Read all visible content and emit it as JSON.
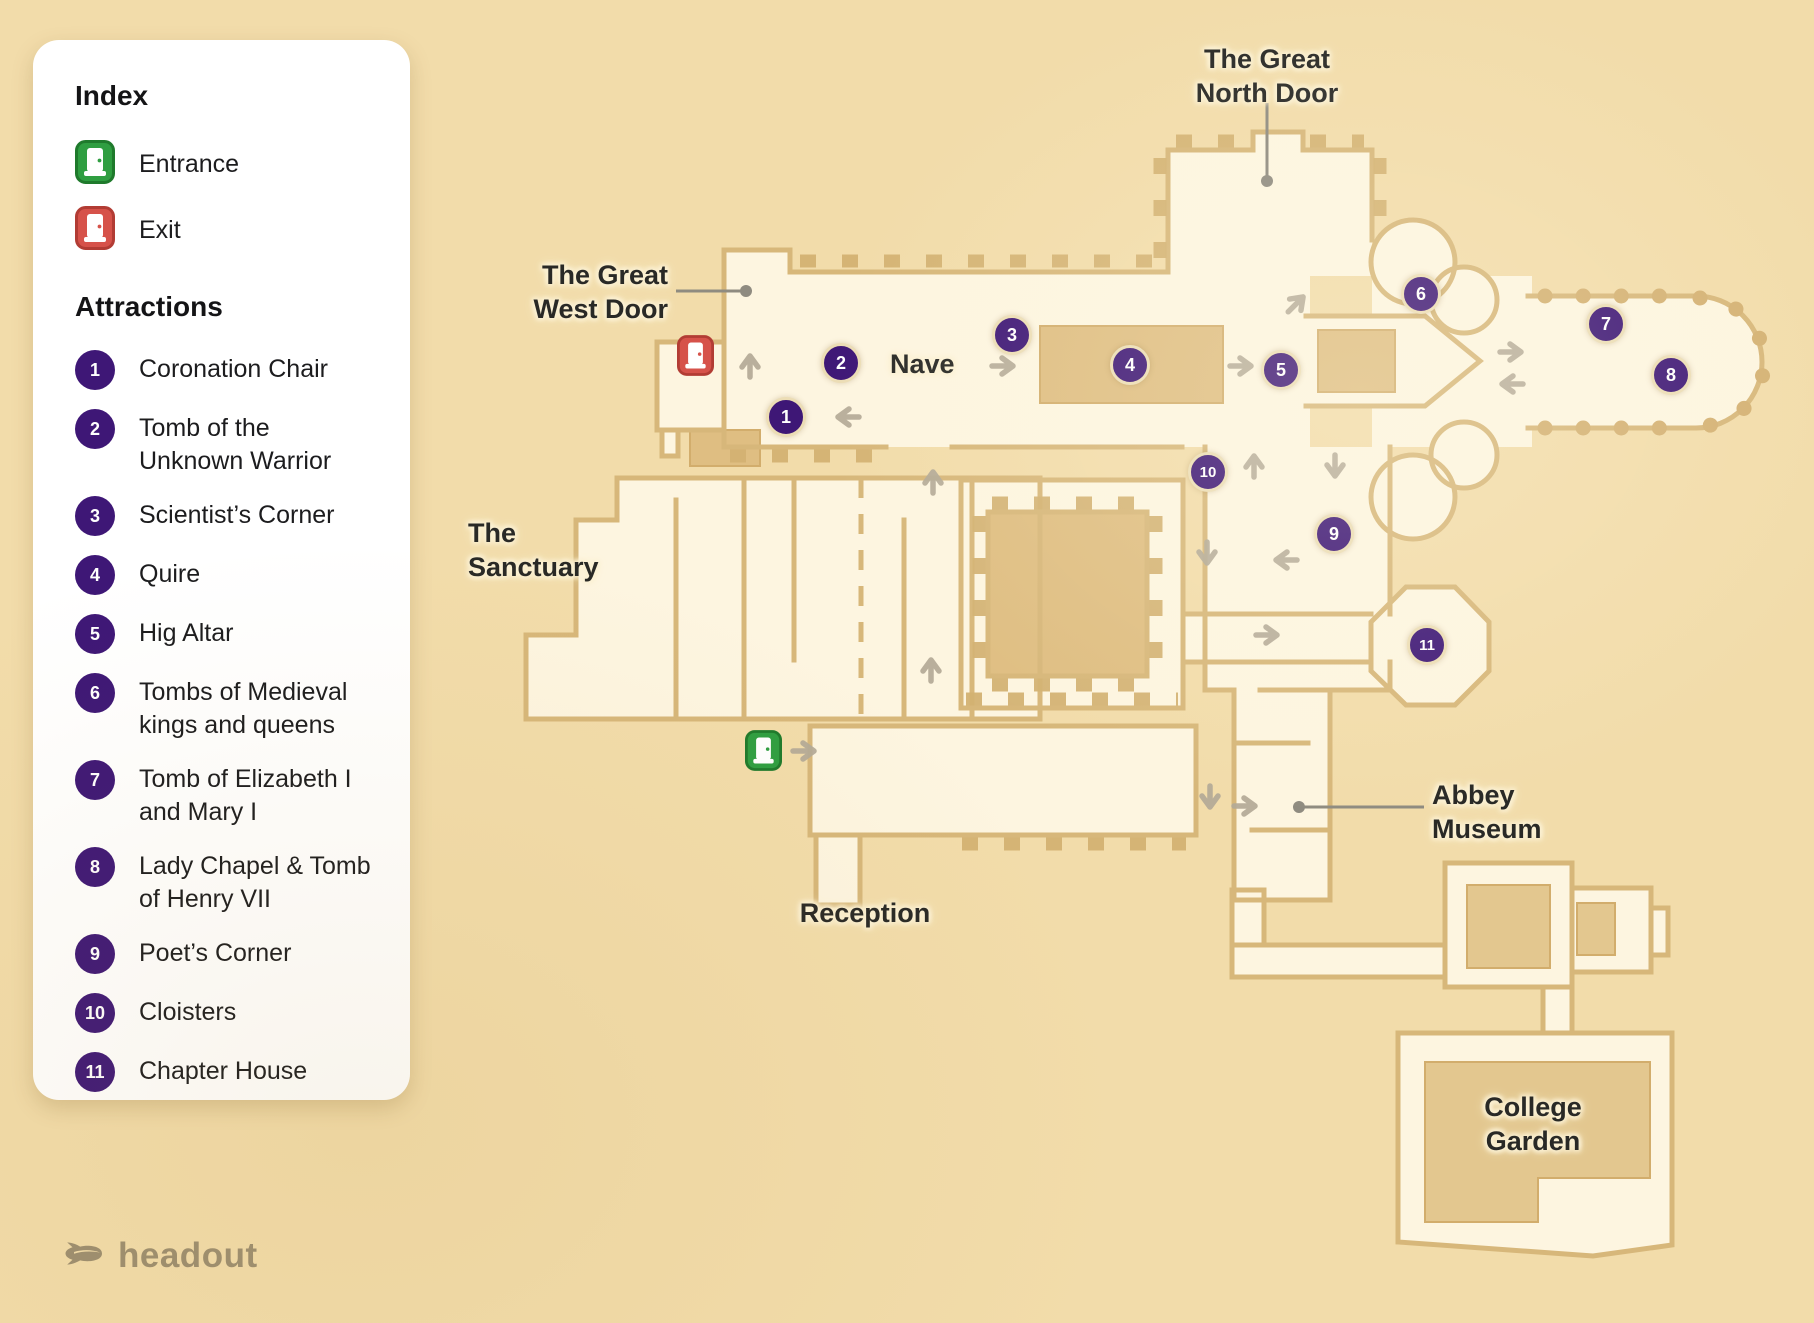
{
  "index_panel": {
    "title": "Index",
    "legend": [
      {
        "icon": "entrance-door-icon",
        "label": "Entrance"
      },
      {
        "icon": "exit-door-icon",
        "label": "Exit"
      }
    ],
    "attractions_title": "Attractions",
    "attractions": [
      {
        "number": "1",
        "label": "Coronation Chair"
      },
      {
        "number": "2",
        "label": "Tomb of the Unknown Warrior"
      },
      {
        "number": "3",
        "label": "Scientist’s Corner"
      },
      {
        "number": "4",
        "label": "Quire"
      },
      {
        "number": "5",
        "label": "Hig Altar"
      },
      {
        "number": "6",
        "label": "Tombs of Medieval kings and queens"
      },
      {
        "number": "7",
        "label": "Tomb of Elizabeth I and Mary I"
      },
      {
        "number": "8",
        "label": "Lady Chapel & Tomb of Henry VII"
      },
      {
        "number": "9",
        "label": "Poet’s Corner"
      },
      {
        "number": "10",
        "label": "Cloisters"
      },
      {
        "number": "11",
        "label": "Chapter House"
      }
    ]
  },
  "map": {
    "labels": {
      "north_door": "The Great\nNorth Door",
      "west_door": "The Great\nWest Door",
      "nave": "Nave",
      "sanctuary": "The\nSanctuary",
      "reception": "Reception",
      "abbey_museum": "Abbey\nMuseum",
      "college_garden": "College\nGarden"
    },
    "markers": [
      {
        "number": "1"
      },
      {
        "number": "2"
      },
      {
        "number": "3"
      },
      {
        "number": "4"
      },
      {
        "number": "5"
      },
      {
        "number": "6"
      },
      {
        "number": "7"
      },
      {
        "number": "8"
      },
      {
        "number": "9"
      },
      {
        "number": "10"
      },
      {
        "number": "11"
      }
    ]
  },
  "footer": {
    "brand": "headout"
  },
  "colors": {
    "background": "#f2dcaa",
    "floor": "#fdf5e0",
    "wall_tan": "#d7b77a",
    "accent_purple": "#3e1776",
    "entrance_green": "#2f9e41",
    "exit_red": "#d6524a",
    "arrow_gray": "#b4aa97"
  }
}
